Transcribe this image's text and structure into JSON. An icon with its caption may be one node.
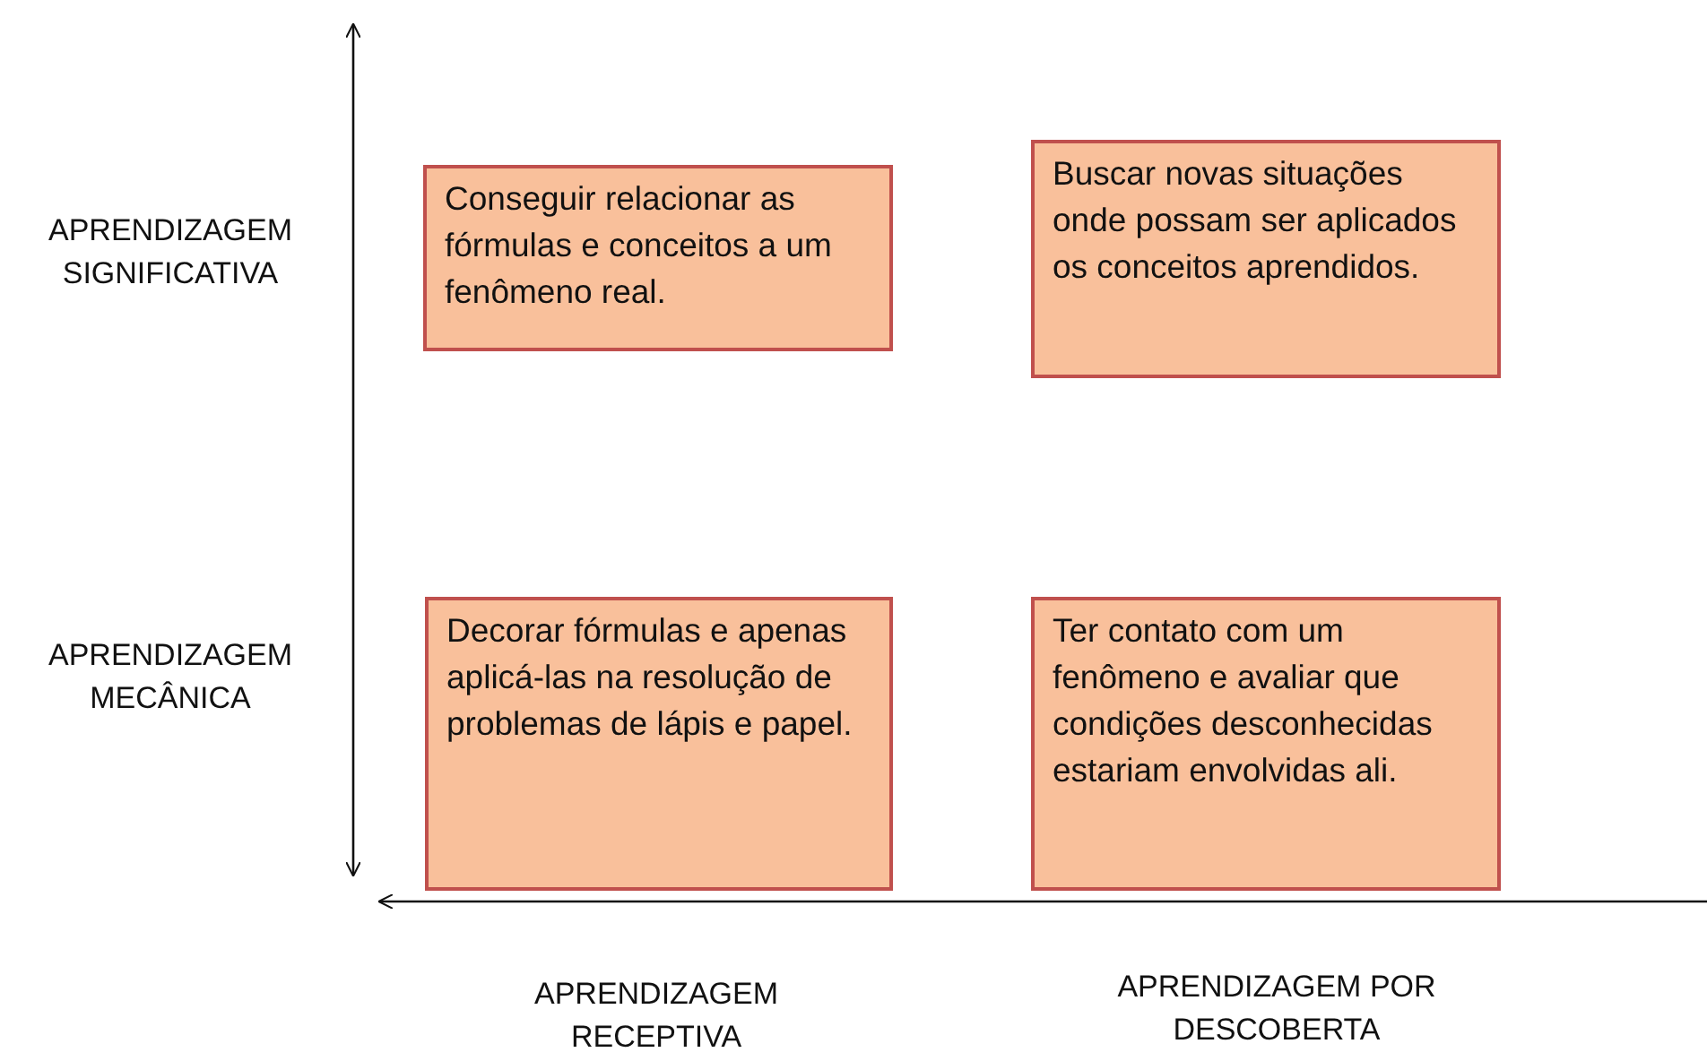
{
  "diagram": {
    "nodes": [
      {
        "text": [
          "Conseguir relacionar as fórmulas e conceitos a um fenômeno real."
        ]
      },
      {
        "text": [
          "Buscar novas situações onde possam ser aplicados os conceitos aprendidos."
        ]
      },
      {
        "text": [
          "Decorar fórmulas e apenas aplicá-las na resolução de problemas de lápis e papel."
        ]
      },
      {
        "text": [
          "Ter contato com um fenômeno e avaliar que condições desconhecidas estariam envolvidas ali."
        ]
      }
    ],
    "edges": [],
    "labels": [
      "APRENDIZAGEM SIGNIFICATIVA",
      "APRENDIZAGEM MECÂNICA",
      "APRENDIZAGEM RECEPTIVA",
      "APRENDIZAGEM POR DESCOBERTA"
    ]
  }
}
